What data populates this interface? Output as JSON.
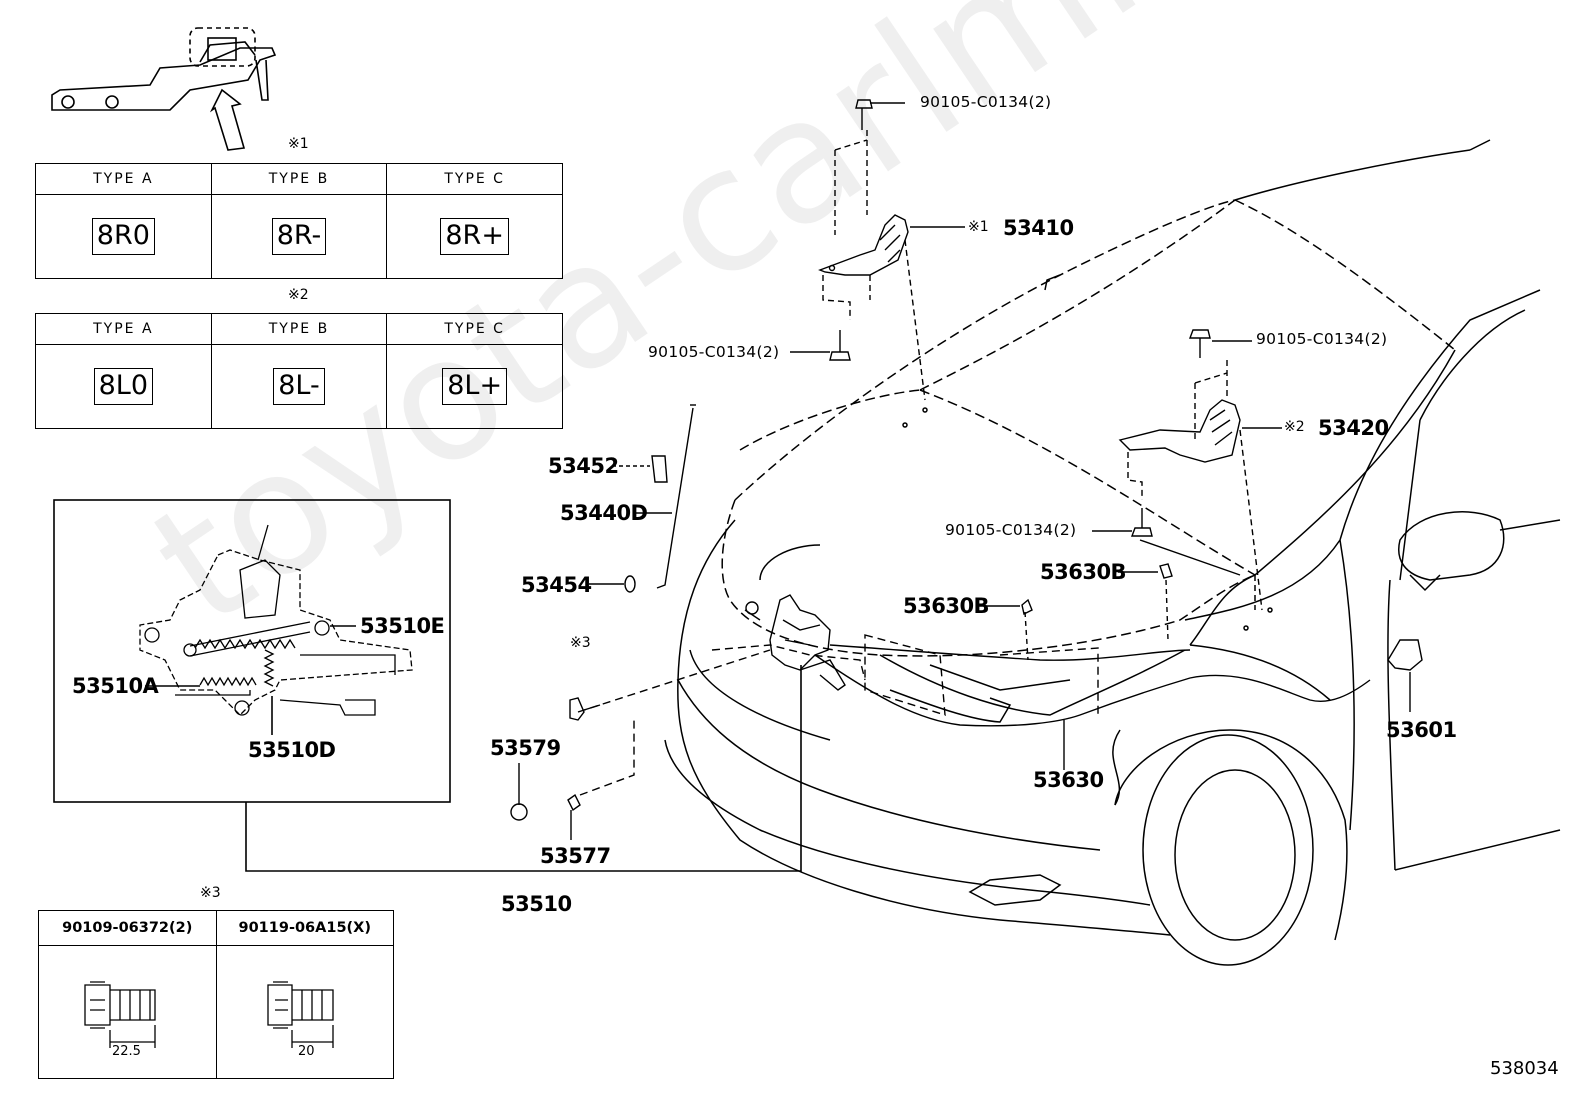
{
  "watermark": "toyota-carlmine.ru",
  "diagram_id": "538034",
  "marks": {
    "m1": "※1",
    "m2": "※2",
    "m3": "※3"
  },
  "type_table_1": {
    "headers": [
      "TYPE  A",
      "TYPE  B",
      "TYPE  C"
    ],
    "codes": [
      "8R0",
      "8R-",
      "8R+"
    ]
  },
  "type_table_2": {
    "headers": [
      "TYPE  A",
      "TYPE  B",
      "TYPE  C"
    ],
    "codes": [
      "8L0",
      "8L-",
      "8L+"
    ]
  },
  "bolt_table": {
    "headers": [
      "90109-06372(2)",
      "90119-06A15(X)"
    ],
    "lengths": [
      "22.5",
      "20"
    ]
  },
  "parts": {
    "p90105_top": "90105-C0134(2)",
    "p53410": "53410",
    "p90105_left": "90105-C0134(2)",
    "p90105_right": "90105-C0134(2)",
    "p53420": "53420",
    "p90105_mid": "90105-C0134(2)",
    "p53452": "53452",
    "p53440D": "53440D",
    "p53454": "53454",
    "p53630B_a": "53630B",
    "p53630B_b": "53630B",
    "p53510E": "53510E",
    "p53510A": "53510A",
    "p53510D": "53510D",
    "p53579": "53579",
    "p53577": "53577",
    "p53510": "53510",
    "p53630": "53630",
    "p53601": "53601"
  }
}
